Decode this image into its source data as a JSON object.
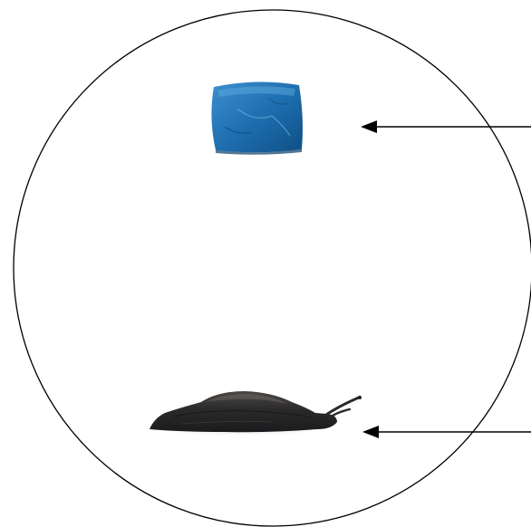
{
  "diagram": {
    "background_color": "#ffffff",
    "line_color": "#000000",
    "items": [
      {
        "name": "pellet",
        "icon": "blue-pellet-icon",
        "colors": {
          "main": "#1e6fb0",
          "dark": "#0f4f86",
          "light": "#5aa6da"
        }
      },
      {
        "name": "slug",
        "icon": "slug-icon",
        "colors": {
          "body": "#2a2a2c",
          "highlight": "#5a5650",
          "shadow": "#cfcfcf"
        }
      }
    ],
    "arrows": [
      {
        "target": "pellet"
      },
      {
        "target": "slug"
      }
    ]
  }
}
